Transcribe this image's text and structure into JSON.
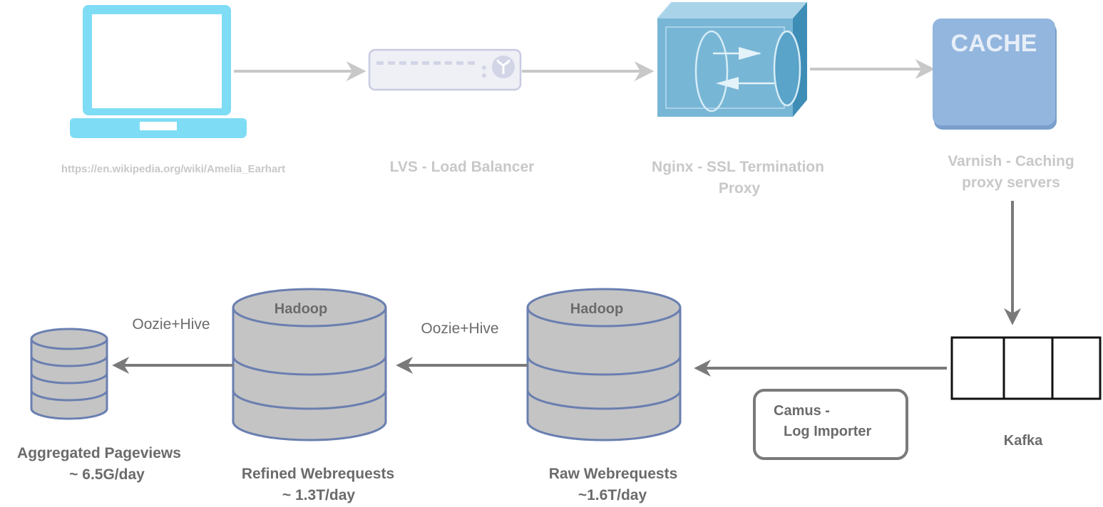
{
  "nodes": {
    "client": {
      "url": "https://en.wikipedia.org/wiki/Amelia_Earhart"
    },
    "lvs": {
      "label": "LVS - Load Balancer"
    },
    "nginx": {
      "label_line1": "Nginx - SSL Termination",
      "label_line2": "Proxy"
    },
    "varnish": {
      "badge": "CACHE",
      "label_line1": "Varnish - Caching",
      "label_line2": "proxy servers"
    },
    "kafka": {
      "label": "Kafka"
    },
    "camus": {
      "label_line1": "Camus -",
      "label_line2": "Log Importer"
    },
    "raw": {
      "cylinder_title": "Hadoop",
      "label_line1": "Raw Webrequests",
      "label_line2": "~1.6T/day"
    },
    "refined": {
      "cylinder_title": "Hadoop",
      "label_line1": "Refined Webrequests",
      "label_line2": "~ 1.3T/day"
    },
    "aggregated": {
      "label_line1": "Aggregated Pageviews",
      "label_line2": "~ 6.5G/day"
    }
  },
  "edges": {
    "raw_to_refined": "Oozie+Hive",
    "refined_to_aggregated": "Oozie+Hive"
  },
  "colors": {
    "laptop": "#7fdcf5",
    "cache": "#93b6de",
    "nginx_box": "#5aa9cc",
    "db_stroke": "#6a7fb0",
    "db_fill": "#c4c4c4",
    "arrow_faded": "#c8c8c8",
    "arrow_dark": "#7a7a7a"
  }
}
